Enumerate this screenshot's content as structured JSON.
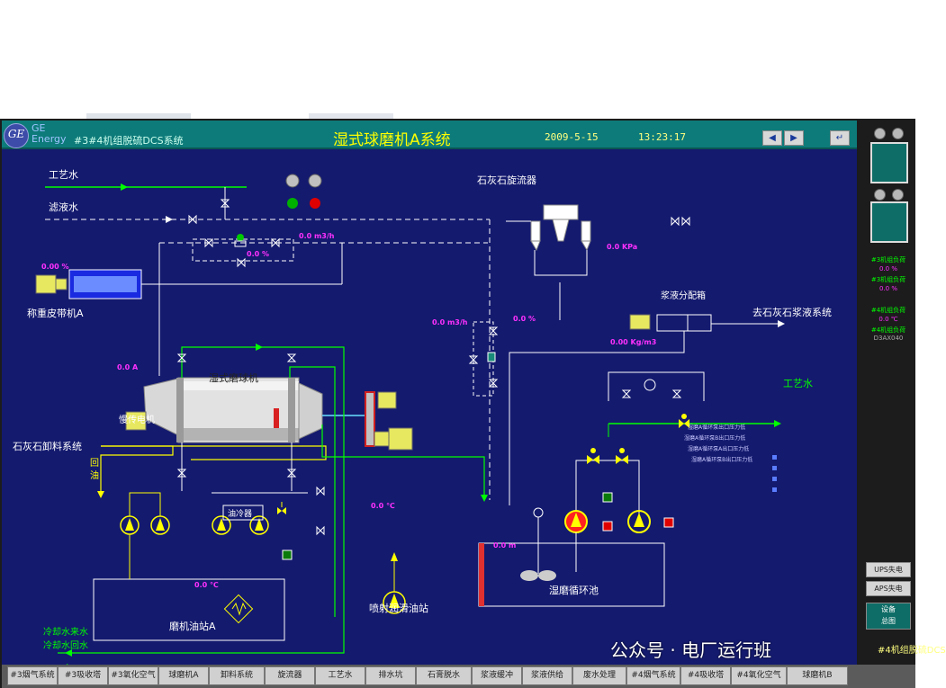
{
  "header": {
    "logo_text": "GE",
    "brand_line1": "GE",
    "brand_line2": "Energy",
    "dcs_title": "#3#4机组脱硫DCS系统",
    "title": "湿式球磨机A系统",
    "date": "2009-5-15",
    "time": "13:23:17"
  },
  "labels": {
    "process_water": "工艺水",
    "filtrate_water": "滤液水",
    "hydrocyclone": "石灰石旋流器",
    "weigh_belt": "称重皮带机A",
    "ball_mill": "湿式磨球机",
    "slow_motor": "慢传电机",
    "limestone_unload": "石灰石卸料系统",
    "return_oil_1": "回",
    "return_oil_2": "油",
    "oil_cooler": "油冷器",
    "oil_station": "磨机油站A",
    "cooling_in": "冷却水来水",
    "cooling_out": "冷却水回水",
    "spray_lube": "喷射润滑油站",
    "slurry_box": "浆液分配箱",
    "to_slurry": "去石灰石浆液系统",
    "process_water_out": "工艺水",
    "tank": "湿磨循环池"
  },
  "values": {
    "flow_pipe": "0.0 m3/h",
    "valve_pct": "0.0 %",
    "belt_pct": "0.00 %",
    "mill_current": "0.0 A",
    "flow_left": "0.0 m3/h",
    "pct_right": "0.0 %",
    "pressure": "0.0 KPa",
    "density": "0.00 Kg/m3",
    "oil_temp": "0.0 ℃",
    "spray_temp": "0.0 ℃",
    "level": "0.0 m"
  },
  "legend": [
    "湿磨A循环泵出口压力低",
    "湿磨A循环泵B出口压力低",
    "湿磨A循环泵A出口压力低",
    "湿磨A循环泵B出口压力低"
  ],
  "sidebar": {
    "line1": "#3机组负荷",
    "val1": "0.0 %",
    "line2": "#3机组负荷",
    "val2": "0.0 %",
    "line3": "#4机组负荷",
    "val3": "0.0 ℃",
    "line4": "#4机组负荷",
    "code": "D3AX040",
    "ups_btn": "UPS失电",
    "aps_btn": "APS失电",
    "device_btn1": "设备",
    "device_btn2": "总图"
  },
  "tabs": [
    "#3烟气系统",
    "#3吸收塔",
    "#3氧化空气",
    "球磨机A",
    "卸料系统",
    "旋流器",
    "工艺水",
    "排水坑",
    "石膏脱水",
    "浆液缓冲",
    "浆液供给",
    "废水处理",
    "#4烟气系统",
    "#4吸收塔",
    "#4氧化空气",
    "球磨机B"
  ],
  "watermark": "公众号 · 电厂运行班",
  "watermark_suffix": "#4机组脱硫DCS",
  "colors": {
    "background": "#141a6e",
    "title_bar": "#0d7b7a",
    "pipe_green": "#00ff00",
    "pipe_yellow": "#ffff00",
    "pipe_white": "#ffffff",
    "value_magenta": "#ff30ff"
  }
}
